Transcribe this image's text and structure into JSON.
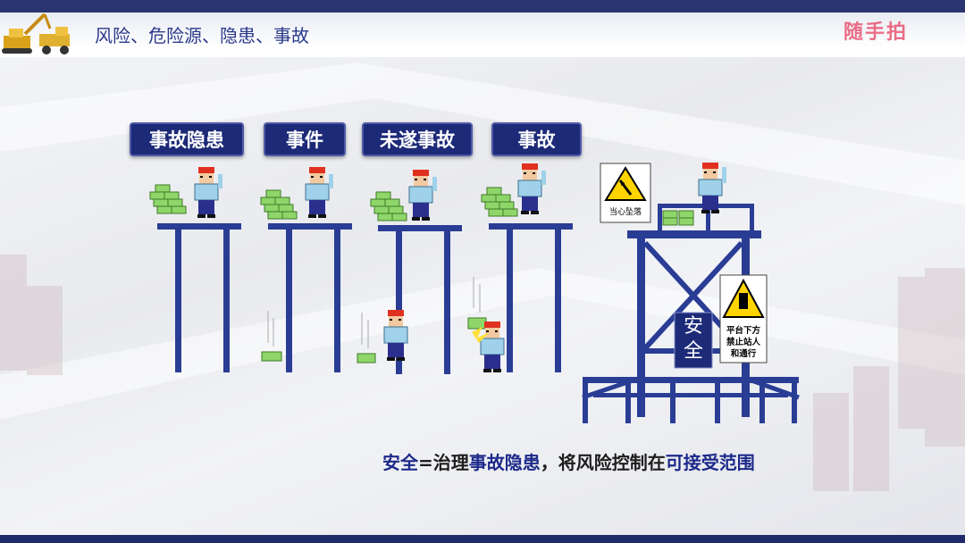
{
  "header": {
    "title": "风险、危险源、隐患、事故",
    "logo_text": "随手拍"
  },
  "stages": [
    {
      "label": "事故隐患"
    },
    {
      "label": "事件"
    },
    {
      "label": "未遂事故"
    },
    {
      "label": "事故"
    }
  ],
  "signs": {
    "caution_fall": "当心坠落",
    "no_stand": [
      "平台下方",
      "禁止站人",
      "和通行"
    ],
    "safe_label": [
      "安",
      "全"
    ]
  },
  "safety_statement": {
    "term": "安全",
    "equals": "=",
    "part1": "治理",
    "part2": "事故隐患",
    "part3": "，将风险控制在",
    "part4": "可接受范围"
  }
}
